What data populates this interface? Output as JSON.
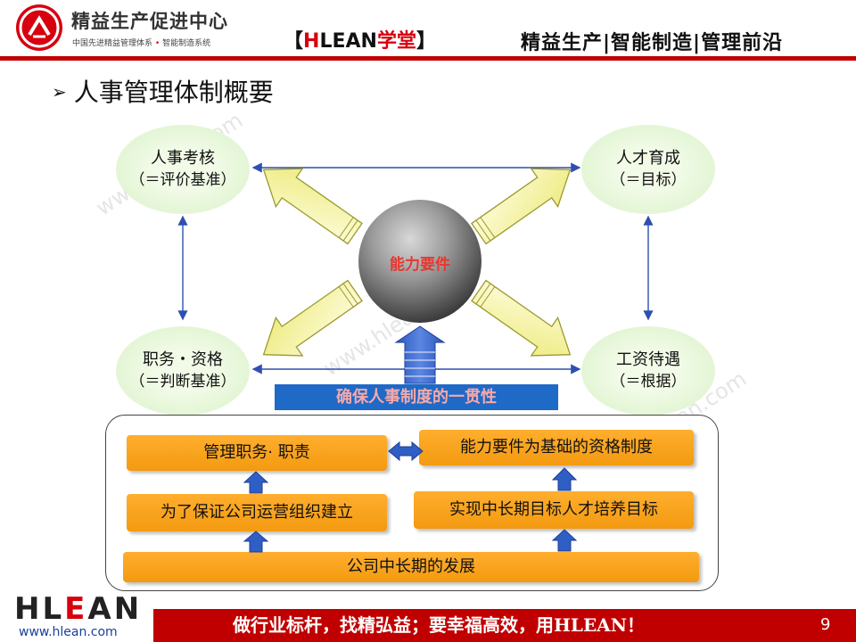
{
  "header": {
    "logo_title": "精益生产促进中心",
    "logo_sub_left": "中国先进精益管理体系",
    "logo_sub_dot": "•",
    "logo_sub_right": "智能制造系统",
    "brand_open": "【",
    "brand_h": "H",
    "brand_lean": "LEAN",
    "brand_cn": "学堂",
    "brand_close": "】",
    "tagline": "精益生产|智能制造|管理前沿"
  },
  "slide": {
    "bullet": "➢",
    "title": "人事管理体制概要"
  },
  "diagram": {
    "top_left": {
      "line1": "人事考核",
      "line2": "（＝评价基准）"
    },
    "top_right": {
      "line1": "人才育成",
      "line2": "（＝目标）"
    },
    "bottom_left": {
      "line1": "职务・资格",
      "line2": "（＝判断基准）"
    },
    "bottom_right": {
      "line1": "工资待遇",
      "line2": "（＝根据）"
    },
    "center": "能力要件",
    "banner": "确保人事制度的一贯性",
    "boxes": {
      "mgmt_duties": "管理职务· 职责",
      "qualification_system": "能力要件为基础的资格制度",
      "org_building": "为了保证公司运营组织建立",
      "talent_goal": "实现中长期目标人才培养目标",
      "company_development": "公司中长期的发展"
    }
  },
  "footer": {
    "logo_h": "H",
    "logo_l": "L",
    "logo_e": "E",
    "logo_an": "AN",
    "url": "www.hlean.com",
    "slogan": "做行业标杆，找精弘益；要幸福高效，用HLEAN！",
    "page": "9"
  },
  "watermark": "www.hlean.com",
  "colors": {
    "brand_red": "#c00000",
    "ellipse_green": "#d9f2c8",
    "arrow_yellow": "#f7f5a8",
    "arrow_blue": "#2f5ec4",
    "box_orange": "#f6a11d",
    "banner_blue": "#1f69c7",
    "center_label": "#e8372f"
  }
}
